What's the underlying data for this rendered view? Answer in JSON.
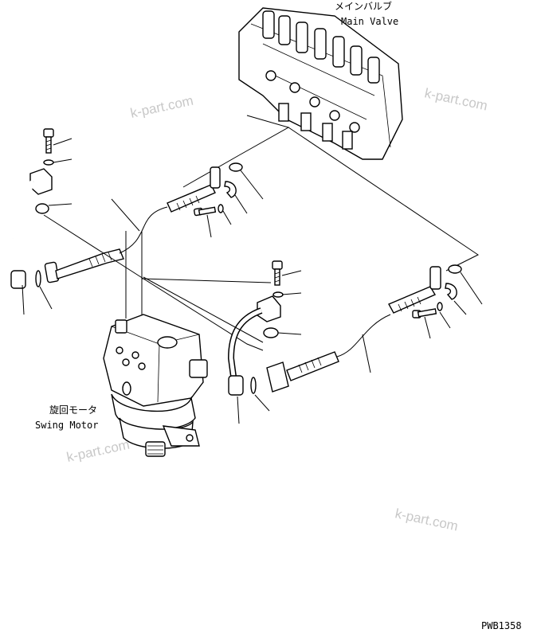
{
  "labels": {
    "main_valve_jp": "メインバルブ",
    "main_valve_en": "Main Valve",
    "swing_motor_jp": "旋回モータ",
    "swing_motor_en": "Swing Motor",
    "drawing_number": "PWB1358"
  },
  "watermarks": [
    "k-part.com",
    "k-part.com",
    "k-part.com",
    "k-part.com"
  ]
}
